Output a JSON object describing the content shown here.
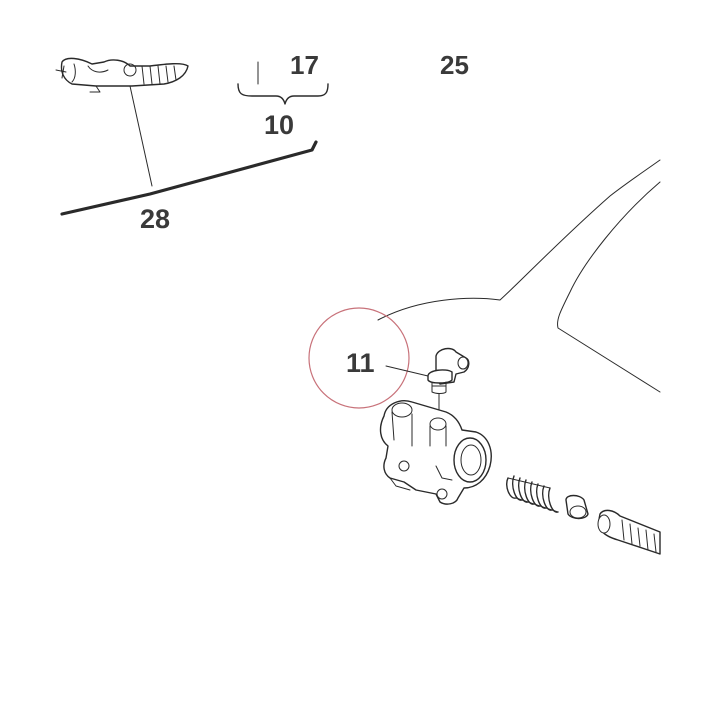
{
  "labels": {
    "part_28": "28",
    "part_10": "10",
    "part_17": "17",
    "part_25": "25",
    "part_11": "11"
  },
  "colors": {
    "ink": "#2a2a2a",
    "label_text": "#3a3a3a",
    "highlight_circle": "#c8727a",
    "background": "#ffffff"
  }
}
